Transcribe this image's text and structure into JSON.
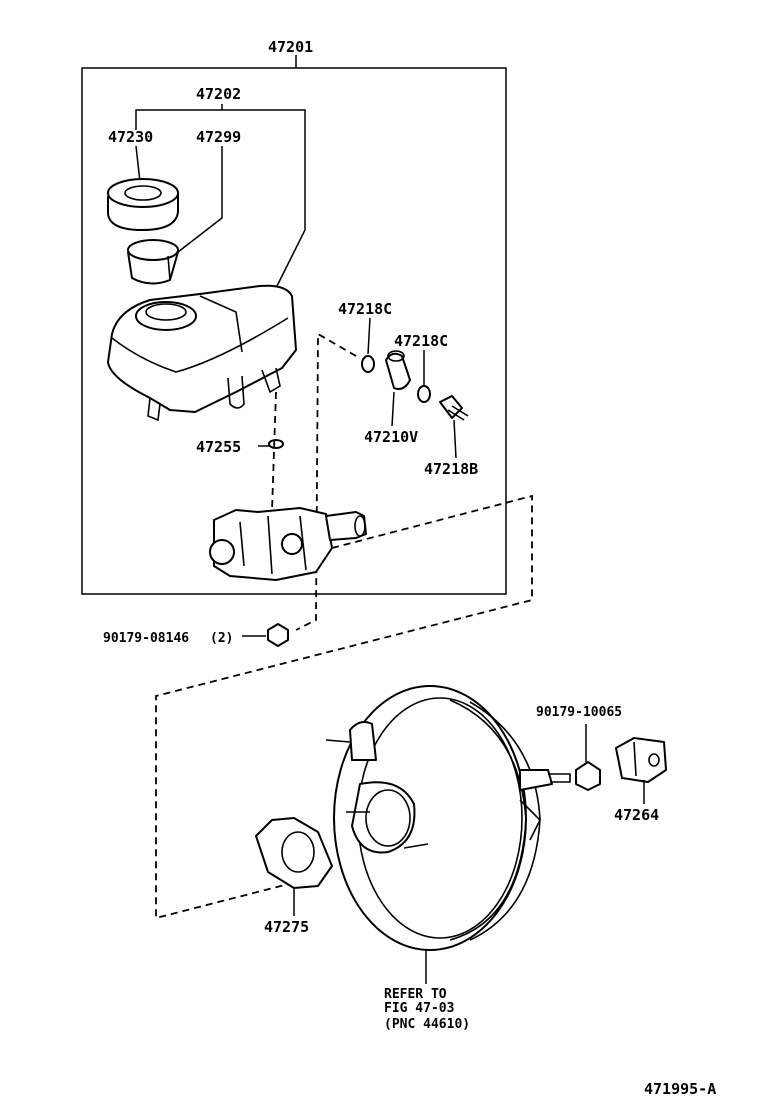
{
  "labels": {
    "assembly": "47201",
    "reservoir_set": "47202",
    "cap": "47230",
    "strainer": "47299",
    "gasket_a": "47218C",
    "gasket_b": "47218C",
    "union": "47210V",
    "union_bolt": "47218B",
    "grommet": "47255",
    "nut_small": "90179-08146",
    "nut_small_qty": "(2)",
    "nut_large": "90179-10065",
    "clevis": "47264",
    "gasket_booster": "47275",
    "refer_1": "REFER TO",
    "refer_2": "FIG 47-03",
    "refer_3": "(PNC 44610)",
    "figure_id": "471995-A"
  }
}
